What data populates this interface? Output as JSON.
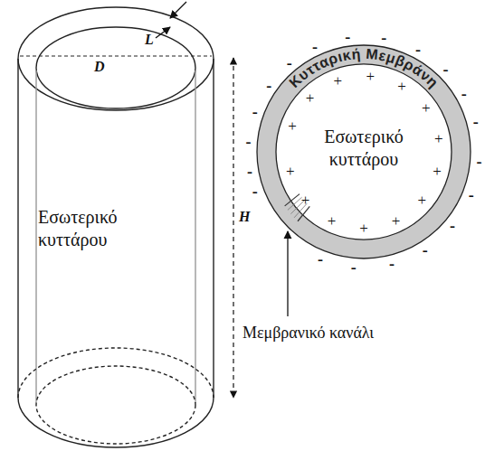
{
  "diagram": {
    "nodes": [
      {
        "text": [
          "Εσωτερικό κυττάρου"
        ]
      },
      {
        "text": [
          "Κυτταρική Μεμβράνη"
        ]
      },
      {
        "text": [
          "Εσωτερικό κυττάρου"
        ],
        "in": 1
      }
    ],
    "labels": [
      "L",
      "D",
      "H",
      "Μεμβρανικό κανάλι",
      "+",
      "+",
      "+",
      "+",
      "+",
      "+",
      "+",
      "+",
      "+",
      "+",
      "+",
      "+",
      "+",
      "+",
      "-",
      "-",
      "-",
      "-",
      "-",
      "-",
      "-",
      "-",
      "-",
      "-",
      "-",
      "-",
      "-",
      "-",
      "-",
      "-",
      "-",
      "-",
      "-",
      "-"
    ]
  }
}
